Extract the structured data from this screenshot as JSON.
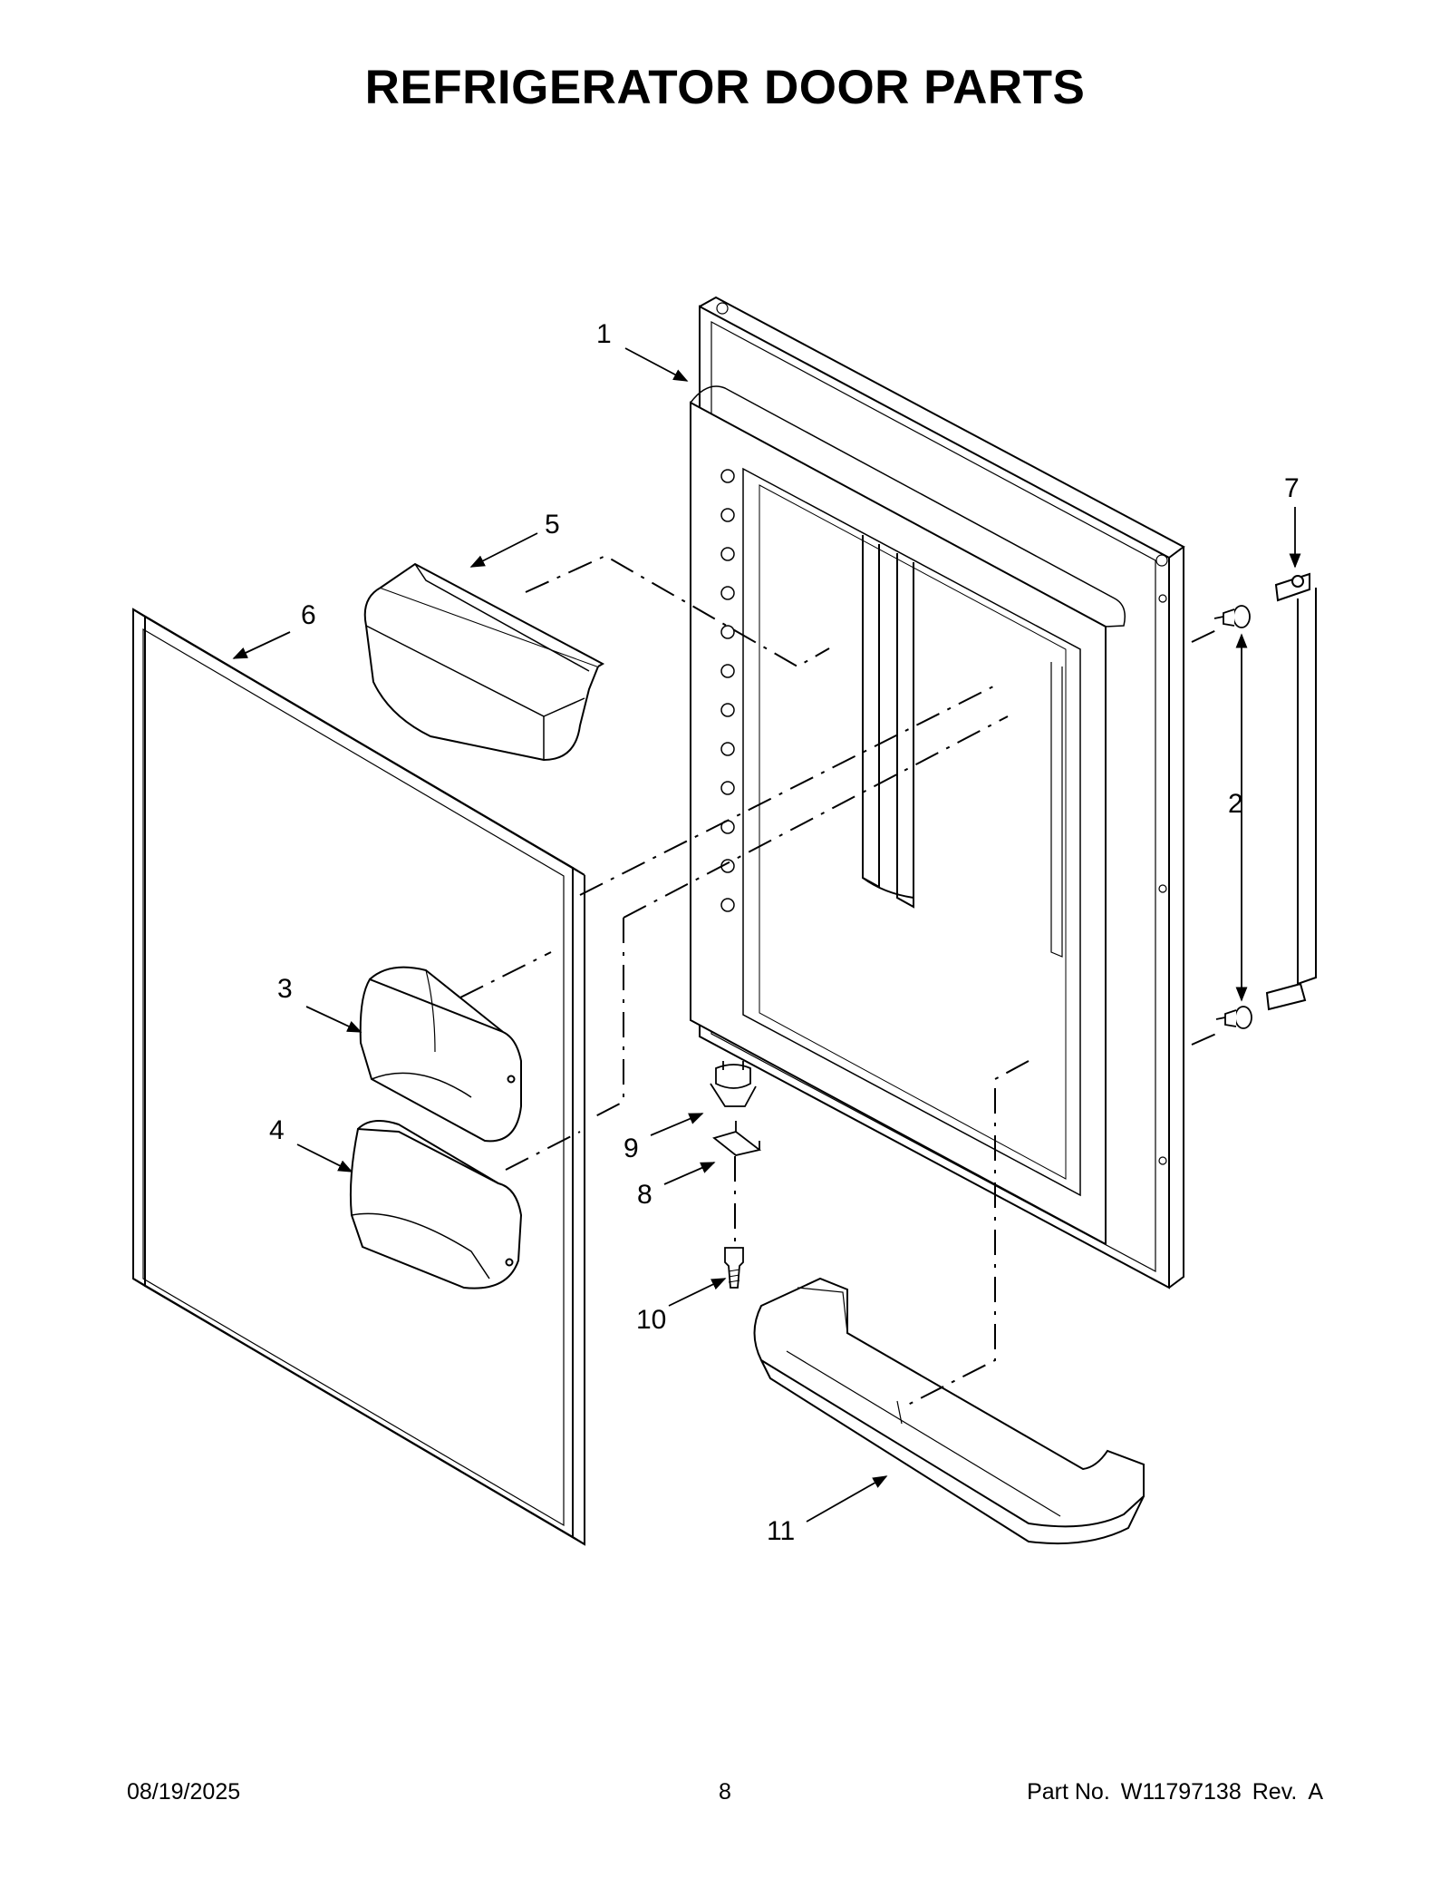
{
  "page": {
    "title": "REFRIGERATOR DOOR PARTS"
  },
  "callouts": [
    {
      "id": "1",
      "label": "1"
    },
    {
      "id": "2",
      "label": "2"
    },
    {
      "id": "3",
      "label": "3"
    },
    {
      "id": "4",
      "label": "4"
    },
    {
      "id": "5",
      "label": "5"
    },
    {
      "id": "6",
      "label": "6"
    },
    {
      "id": "7",
      "label": "7"
    },
    {
      "id": "8",
      "label": "8"
    },
    {
      "id": "9",
      "label": "9"
    },
    {
      "id": "10",
      "label": "10"
    },
    {
      "id": "11",
      "label": "11"
    }
  ],
  "footer": {
    "date": "08/19/2025",
    "page_number": "8",
    "part_label": "Part No.",
    "part_number": "W11797138",
    "rev_label": "Rev.",
    "rev_value": "A"
  }
}
